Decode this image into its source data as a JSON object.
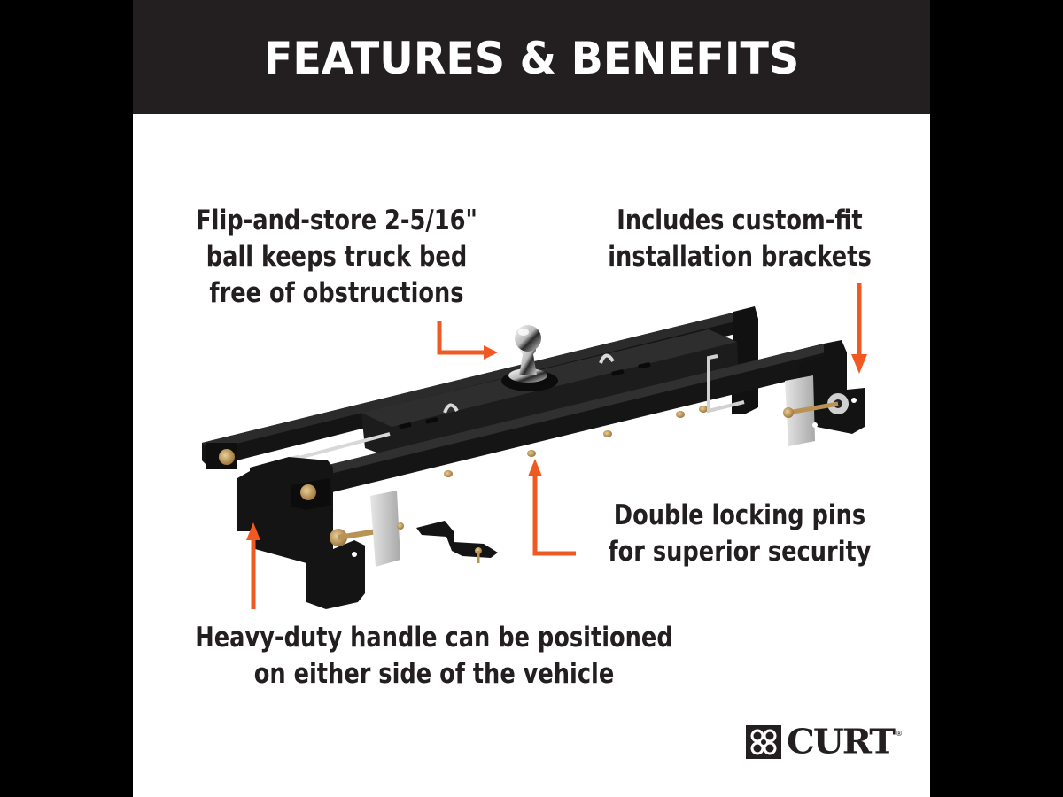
{
  "header": {
    "title": "FEATURES & BENEFITS"
  },
  "callouts": {
    "ball": {
      "lines": [
        "Flip-and-store 2-5/16\"",
        "ball keeps truck bed",
        "free of obstructions"
      ]
    },
    "brackets": {
      "lines": [
        "Includes custom-fit",
        "installation brackets"
      ]
    },
    "pins": {
      "lines": [
        "Double locking pins",
        "for superior security"
      ]
    },
    "handle": {
      "lines": [
        "Heavy-duty handle can be positioned",
        "on either side of the vehicle"
      ]
    }
  },
  "brand": {
    "name": "CURT",
    "registered": "®"
  },
  "colors": {
    "header_bg": "#231f20",
    "side_margin": "#000000",
    "panel_bg": "#ffffff",
    "text": "#231f20",
    "arrow": "#f05a22",
    "hitch_body": "#151515",
    "handle_grip": "#e8242b",
    "hardware_brass": "#c9a56a",
    "plate_silver": "#c8c8c8"
  },
  "product": {
    "description": "Double-lock gooseneck hitch with flip-and-store ball, handle, and installation brackets"
  }
}
